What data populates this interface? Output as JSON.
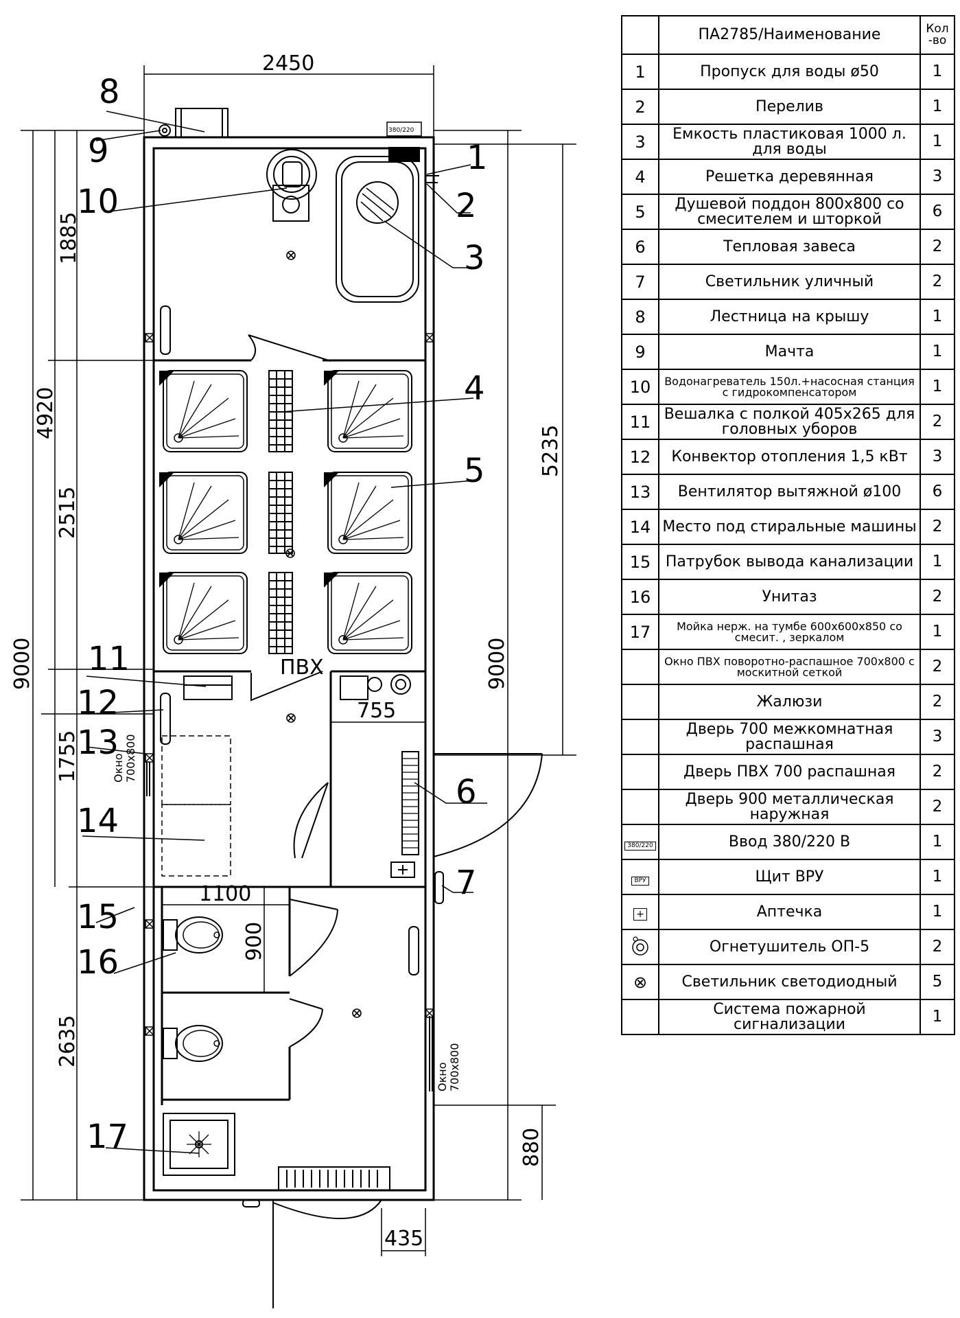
{
  "dimensions": {
    "top_width": "2450",
    "left_1885": "1885",
    "left_4920": "4920",
    "left_2515": "2515",
    "left_9000": "9000",
    "left_1755": "1755",
    "left_2635": "2635",
    "right_5235": "5235",
    "right_9000": "9000",
    "right_880": "880",
    "bottom_435": "435",
    "inner_755": "755",
    "inner_1100": "1100",
    "inner_900": "900"
  },
  "callouts": [
    "1",
    "2",
    "3",
    "4",
    "5",
    "6",
    "7",
    "8",
    "9",
    "10",
    "11",
    "12",
    "13",
    "14",
    "15",
    "16",
    "17"
  ],
  "labels": {
    "pvh": "ПВХ",
    "window_a": "Окно",
    "window_b": "700x800",
    "vvod_sign": "380/220",
    "vru_sign": "ВРУ"
  },
  "table": {
    "header": {
      "num": "",
      "name": "ПА2785/Наименование",
      "qty": "Кол -во"
    },
    "rows": [
      {
        "num": "1",
        "name": "Пропуск для воды ø50",
        "qty": "1"
      },
      {
        "num": "2",
        "name": "Перелив",
        "qty": "1"
      },
      {
        "num": "3",
        "name": "Емкость пластиковая 1000 л. для воды",
        "qty": "1"
      },
      {
        "num": "4",
        "name": "Решетка деревянная",
        "qty": "3"
      },
      {
        "num": "5",
        "name": "Душевой поддон 800x800 со смесителем и шторкой",
        "qty": "6"
      },
      {
        "num": "6",
        "name": "Тепловая завеса",
        "qty": "2"
      },
      {
        "num": "7",
        "name": "Светильник уличный",
        "qty": "2"
      },
      {
        "num": "8",
        "name": "Лестница на крышу",
        "qty": "1"
      },
      {
        "num": "9",
        "name": "Мачта",
        "qty": "1"
      },
      {
        "num": "10",
        "name": "Водонагреватель 150л.+насосная станция с гидрокомпенсатором",
        "qty": "1",
        "small": true
      },
      {
        "num": "11",
        "name": "Вешалка с полкой 405x265 для головных уборов",
        "qty": "2"
      },
      {
        "num": "12",
        "name": "Конвектор отопления 1,5 кВт",
        "qty": "3"
      },
      {
        "num": "13",
        "name": "Вентилятор вытяжной ø100",
        "qty": "6"
      },
      {
        "num": "14",
        "name": "Место под стиральные машины",
        "qty": "2"
      },
      {
        "num": "15",
        "name": "Патрубок вывода канализации",
        "qty": "1"
      },
      {
        "num": "16",
        "name": "Унитаз",
        "qty": "2"
      },
      {
        "num": "17",
        "name": "Мойка нерж. на тумбе 600x600x850 со смесит. , зеркалом",
        "qty": "1",
        "small": true
      },
      {
        "num": "",
        "name": "Окно ПВХ поворотно-распашное 700x800 с москитной сеткой",
        "qty": "2",
        "small": true
      },
      {
        "num": "",
        "name": "Жалюзи",
        "qty": "2"
      },
      {
        "num": "",
        "name": "Дверь 700 межкомнатная распашная",
        "qty": "3"
      },
      {
        "num": "",
        "name": "Дверь ПВХ 700 распашная",
        "qty": "2"
      },
      {
        "num": "",
        "name": "Дверь 900 металлическая наружная",
        "qty": "2"
      },
      {
        "num": "380/220",
        "name": "Ввод 380/220 В",
        "qty": "1",
        "sym": "box"
      },
      {
        "num": "ВРУ",
        "name": "Щит ВРУ",
        "qty": "1",
        "sym": "box"
      },
      {
        "num": "+",
        "name": "Аптечка",
        "qty": "1",
        "sym": "box"
      },
      {
        "num": "",
        "name": "Огнетушитель ОП-5",
        "qty": "2",
        "sym": "ext"
      },
      {
        "num": "⊗",
        "name": "Светильник светодиодный",
        "qty": "5"
      },
      {
        "num": "",
        "name": "Система пожарной сигнализации",
        "qty": "1"
      }
    ]
  }
}
